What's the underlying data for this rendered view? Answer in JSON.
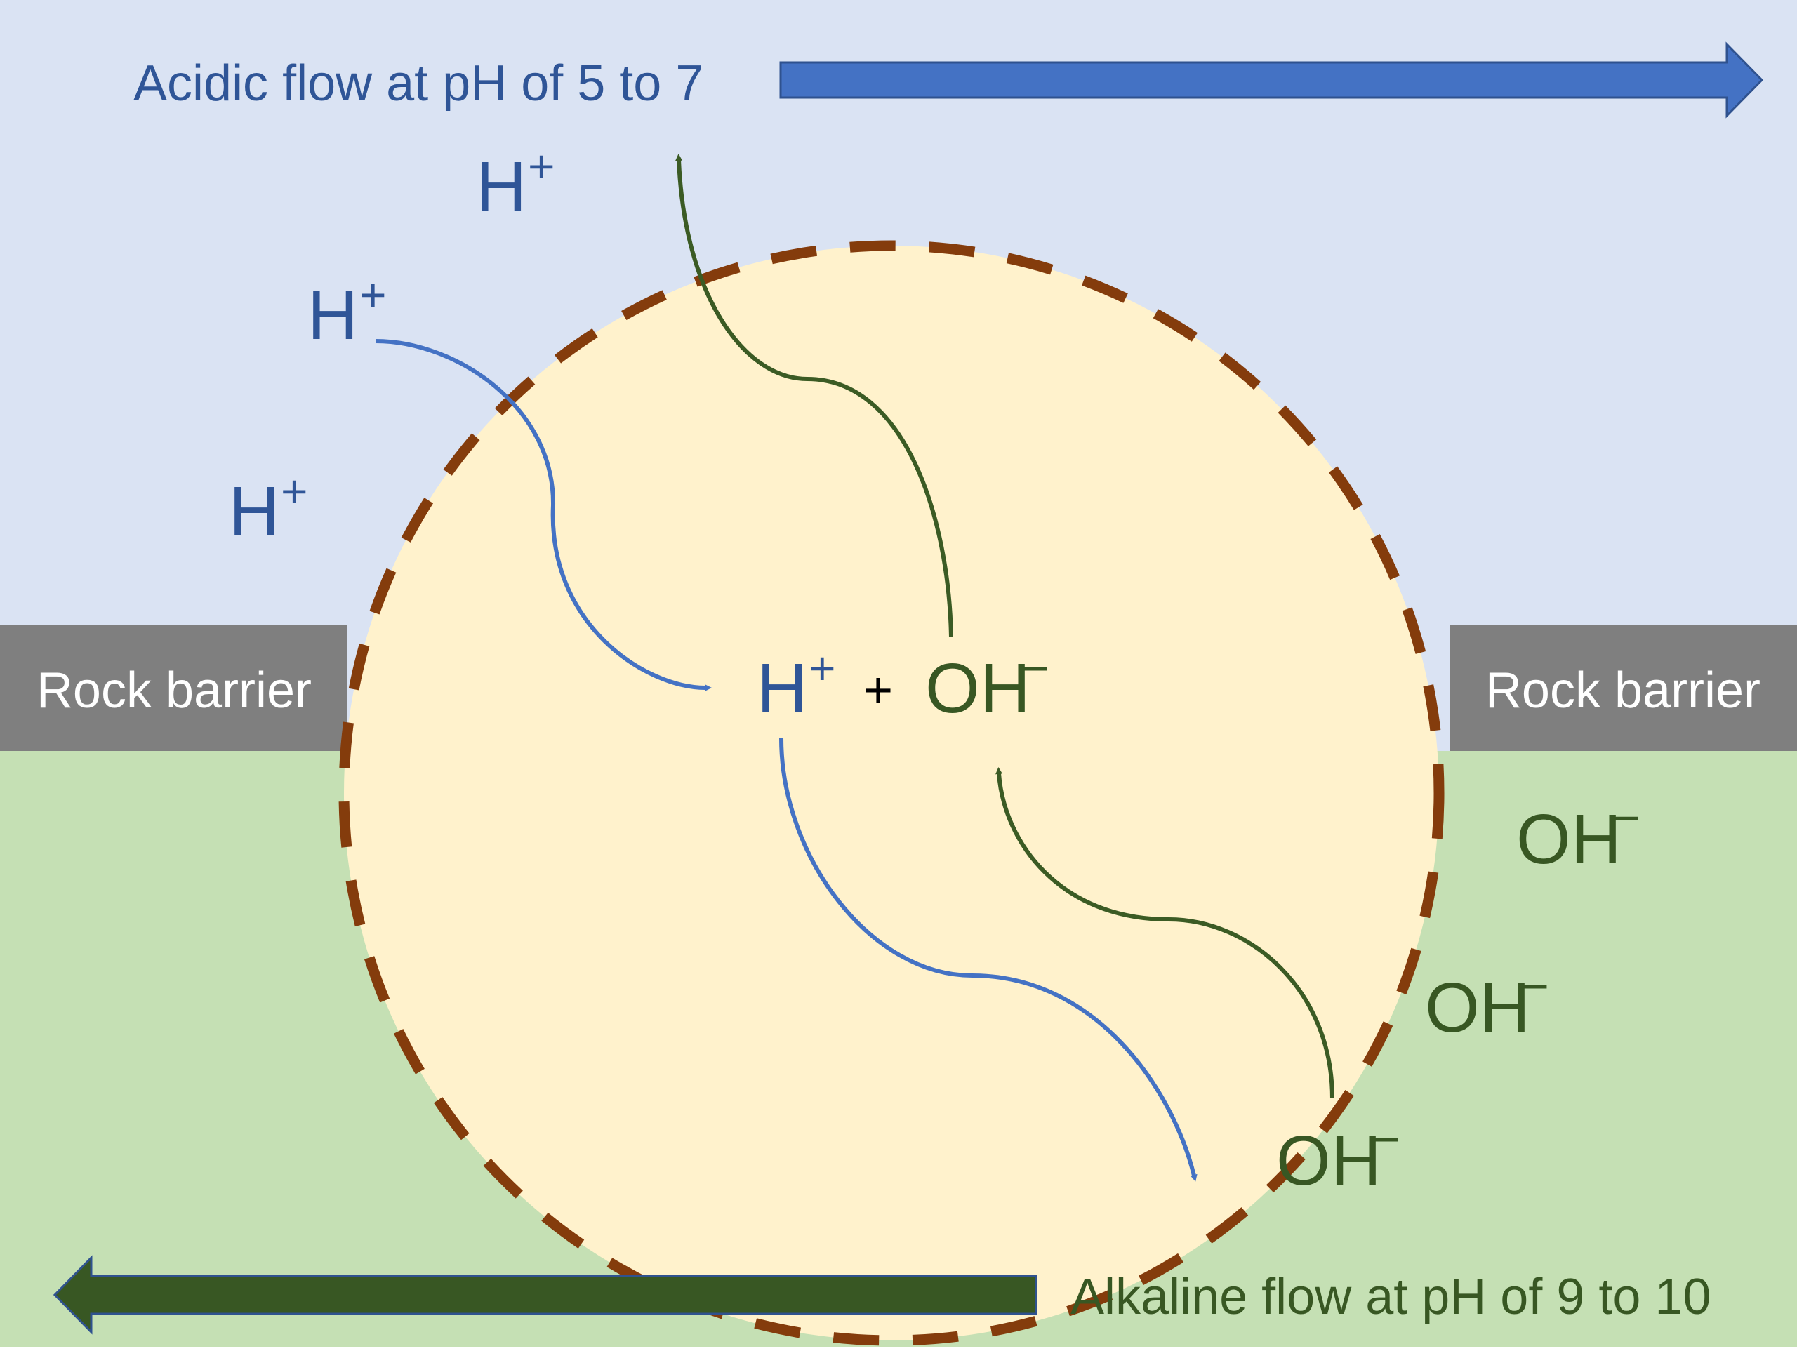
{
  "colors": {
    "acid_bg": "#dae3f3",
    "alkaline_bg": "#c5e0b4",
    "cell_fill": "#fff2cc",
    "cell_border": "#843c0c",
    "rock": "#7f7f7f",
    "acid_text": "#2f5597",
    "acid_arrow": "#4472c4",
    "alkaline_text": "#385723",
    "alkaline_arrow": "#3b5b24",
    "plus_sign": "#000000",
    "rock_text": "#ffffff"
  },
  "top_flow": {
    "label": "Acidic flow at pH of 5 to 7"
  },
  "bottom_flow": {
    "label": "Alkaline flow at pH of 9 to 10"
  },
  "rock_left": {
    "label": "Rock barrier"
  },
  "rock_right": {
    "label": "Rock barrier"
  },
  "hydrogen_ions": [
    {
      "base": "H",
      "charge": "+"
    },
    {
      "base": "H",
      "charge": "+"
    },
    {
      "base": "H",
      "charge": "+"
    }
  ],
  "hydroxide_ions": [
    {
      "base": "OH",
      "charge": "−"
    },
    {
      "base": "OH",
      "charge": "−"
    },
    {
      "base": "OH",
      "charge": "−"
    }
  ],
  "reaction": {
    "left": {
      "base": "H",
      "charge": "+"
    },
    "operator": "+",
    "right": {
      "base": "OH",
      "charge": "−"
    }
  }
}
